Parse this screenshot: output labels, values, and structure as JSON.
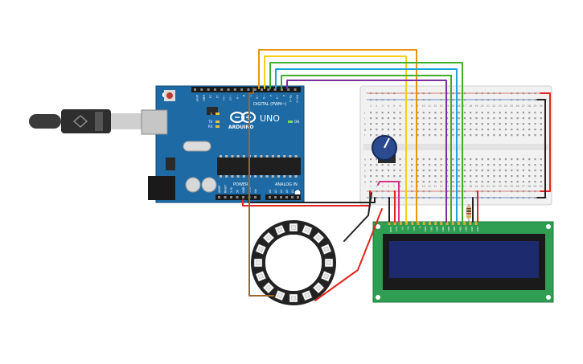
{
  "arduino": {
    "brand": "ARDUINO",
    "model": "UNO",
    "digital_header_label": "DIGITAL (PWM~)",
    "power_label": "POWER",
    "analog_label": "ANALOG IN",
    "led_tx": "TX",
    "led_rx": "RX",
    "led_l": "L",
    "led_on": "ON",
    "digital_pins": [
      "AREF",
      "GND",
      "13",
      "12",
      "~11",
      "~10",
      "~9",
      "8",
      "7",
      "~6",
      "~5",
      "4",
      "~3",
      "2",
      "TX→1",
      "RX←0"
    ],
    "power_pins": [
      "IOREF",
      "RESET",
      "3.3V",
      "5V",
      "GND",
      "GND",
      "Vin"
    ],
    "analog_pins": [
      "A0",
      "A1",
      "A2",
      "A3",
      "A4",
      "A5"
    ]
  },
  "breadboard": {
    "row_letters_top": [
      "j",
      "i",
      "h",
      "g",
      "f"
    ],
    "row_letters_bottom": [
      "e",
      "d",
      "c",
      "b",
      "a"
    ],
    "columns": [
      "1",
      "2",
      "3",
      "4",
      "5",
      "6",
      "7",
      "8",
      "9",
      "10",
      "11",
      "12",
      "13",
      "14",
      "15",
      "16",
      "17",
      "18",
      "19",
      "20",
      "21",
      "22",
      "23",
      "24",
      "25",
      "26",
      "27",
      "28",
      "29",
      "30"
    ]
  },
  "lcd": {
    "pin_labels": [
      "GND",
      "VCC",
      "V0",
      "RS",
      "RW",
      "E",
      "DB0",
      "DB1",
      "DB2",
      "DB3",
      "DB4",
      "DB5",
      "DB6",
      "DB7",
      "LED",
      "LED"
    ]
  },
  "colors": {
    "board": "#1d6aa5",
    "board_dark": "#17568a",
    "breadboard": "#f1f1f1",
    "lcd_pcb": "#2f9e52",
    "lcd_screen": "#1e2a6e",
    "ring": "#222222",
    "wire_orange": "#e8960c",
    "wire_yellow": "#f2d21b",
    "wire_green": "#3fae2a",
    "wire_cyan": "#1fa3d8",
    "wire_purple": "#7b2f9e",
    "wire_red": "#e0261c",
    "wire_black": "#222222",
    "wire_brown": "#a0652b",
    "wire_pink": "#d63384"
  }
}
